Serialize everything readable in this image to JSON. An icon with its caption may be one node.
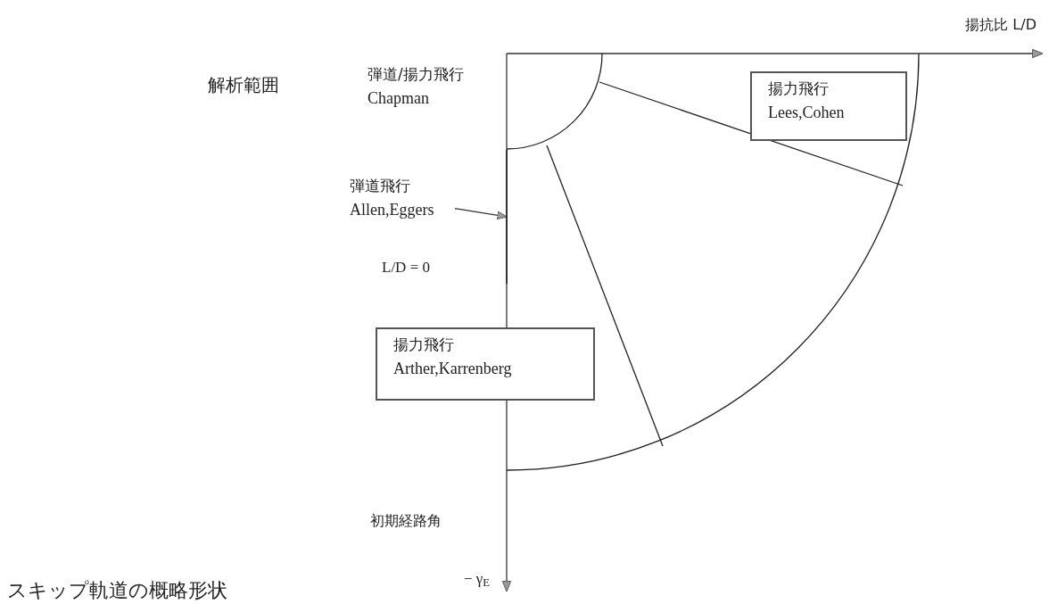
{
  "diagram": {
    "title": "解析範囲",
    "caption": "スキップ軌道の概略形状",
    "nodes": [
      {
        "text": [
          "弾道/揚力飛行",
          "Chapman"
        ]
      },
      {
        "text": [
          "弾道飛行",
          "Allen,Eggers"
        ]
      },
      {
        "text": [
          "揚力飛行",
          "Lees,Cohen"
        ]
      },
      {
        "text": [
          "揚力飛行",
          "Arther,Karrenberg"
        ]
      },
      {
        "text": [],
        "shape": "line"
      }
    ],
    "edges": [
      {
        "from": 1,
        "to": 4,
        "arrow": "to"
      }
    ],
    "labels": [
      "揚抗比 L/D",
      "L/D = 0",
      "初期経路角",
      "− γ$_{E}$"
    ]
  }
}
